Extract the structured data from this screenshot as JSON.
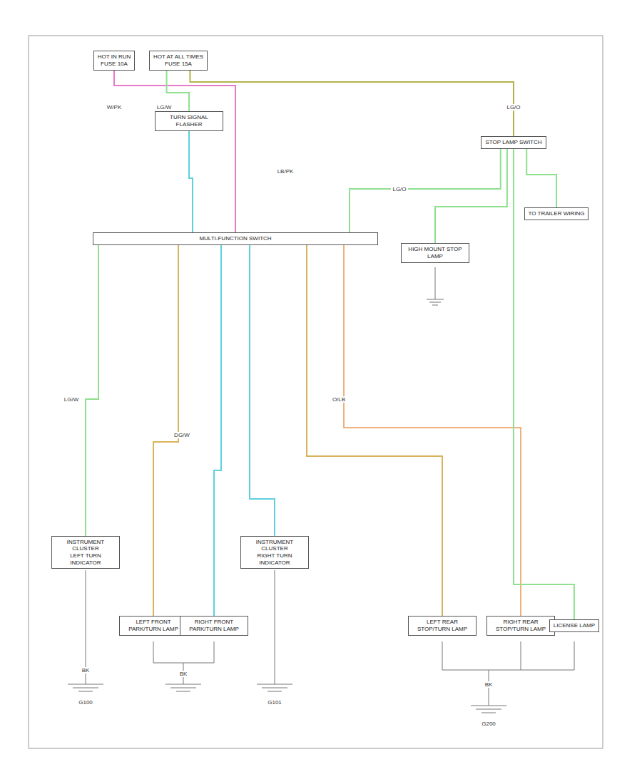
{
  "diagram": {
    "nodes": [
      {
        "text": [
          "HOT IN RUN",
          "FUSE 10A"
        ]
      },
      {
        "text": [
          "HOT AT ALL TIMES",
          "FUSE 15A"
        ]
      },
      {
        "text": [
          "TURN SIGNAL FLASHER"
        ]
      },
      {
        "text": [
          "STOP LAMP SWITCH"
        ]
      },
      {
        "text": [
          "MULTI-FUNCTION SWITCH"
        ]
      },
      {
        "text": [
          "HIGH MOUNT STOP LAMP"
        ]
      },
      {
        "text": [
          "TO TRAILER WIRING"
        ]
      },
      {
        "text": [
          "INSTRUMENT CLUSTER",
          "LEFT TURN INDICATOR"
        ]
      },
      {
        "text": [
          "INSTRUMENT CLUSTER",
          "RIGHT TURN INDICATOR"
        ]
      },
      {
        "text": [
          "LEFT FRONT PARK/TURN LAMP"
        ]
      },
      {
        "text": [
          "RIGHT FRONT PARK/TURN LAMP"
        ]
      },
      {
        "text": [
          "LEFT REAR STOP/TURN LAMP"
        ]
      },
      {
        "text": [
          "RIGHT REAR STOP/TURN LAMP"
        ]
      },
      {
        "text": [
          "LICENSE LAMP"
        ]
      }
    ],
    "edges": [
      {
        "from": 0,
        "to": 4,
        "arrow": "none"
      },
      {
        "from": 1,
        "to": 2,
        "arrow": "none"
      },
      {
        "from": 1,
        "to": 3,
        "arrow": "none"
      },
      {
        "from": 2,
        "to": 4,
        "arrow": "none"
      },
      {
        "from": 3,
        "to": 4,
        "arrow": "none"
      },
      {
        "from": 3,
        "to": 5,
        "arrow": "none"
      },
      {
        "from": 3,
        "to": 6,
        "arrow": "none"
      },
      {
        "from": 4,
        "to": 7,
        "arrow": "none"
      },
      {
        "from": 4,
        "to": 9,
        "arrow": "none"
      },
      {
        "from": 4,
        "to": 10,
        "arrow": "none"
      },
      {
        "from": 4,
        "to": 8,
        "arrow": "none"
      },
      {
        "from": 4,
        "to": 11,
        "arrow": "none"
      },
      {
        "from": 4,
        "to": 12,
        "arrow": "none"
      },
      {
        "from": 3,
        "to": 13,
        "arrow": "none"
      }
    ],
    "labels": [
      "W/PK",
      "LG/O",
      "LG/W",
      "LB/PK",
      "LG/O",
      "O/LB",
      "DG/W",
      "LG/W",
      "BK",
      "BK",
      "BK",
      "G100",
      "G101",
      "G200"
    ]
  }
}
